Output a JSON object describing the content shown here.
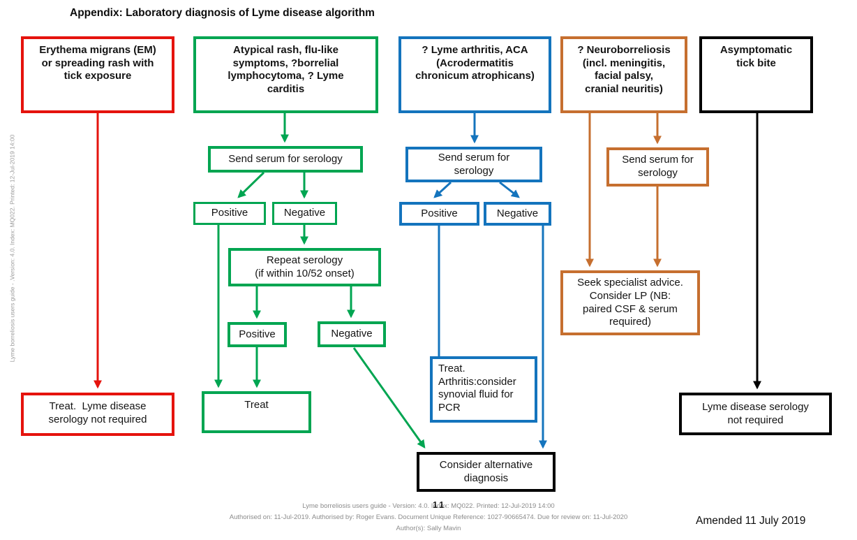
{
  "title": "Appendix: Laboratory diagnosis of Lyme disease algorithm",
  "sidebar_text": "Lyme borreliosis users guide - .Version: 4.0. Index: MQ022. Printed: 12-Jul-2019 14:00",
  "colors": {
    "red": "#e5130d",
    "green": "#00a551",
    "blue": "#1474bd",
    "orange": "#c66f2f",
    "black": "#000000"
  },
  "nodes": {
    "em_header": "Erythema migrans (EM)\nor spreading rash with\ntick exposure",
    "red_treat": "Treat.  Lyme disease\nserology not required",
    "atypical_header": "Atypical rash, flu-like\nsymptoms, ?borrelial\nlymphocytoma, ? Lyme\ncarditis",
    "green_serology": "Send serum for serology",
    "green_positive_1": "Positive",
    "green_negative_1": "Negative",
    "repeat_serology": "Repeat serology\n(if within 10/52 onset)",
    "green_positive_2": "Positive",
    "green_negative_2": "Negative",
    "green_treat": "Treat",
    "arthritis_header": "? Lyme arthritis, ACA\n(Acrodermatitis\nchronicum atrophicans)",
    "blue_serology": "Send serum for\nserology",
    "blue_positive": "Positive",
    "blue_negative": "Negative",
    "blue_treat": "Treat.\nArthritis:consider\nsynovial fluid for\nPCR",
    "consider_alternative": "Consider alternative\ndiagnosis",
    "neuro_header": "? Neuroborreliosis\n(incl. meningitis,\nfacial palsy,\ncranial neuritis)",
    "orange_serology": "Send serum for\nserology",
    "seek_specialist": "Seek specialist advice.\nConsider LP (NB:\npaired CSF & serum\nrequired)",
    "asymptomatic_header": "Asymptomatic\ntick bite",
    "serology_not_required": "Lyme disease serology\nnot required"
  },
  "footer": {
    "line1": "Lyme borreliosis users guide - Version: 4.0. Index: MQ022. Printed: 12-Jul-2019 14:00",
    "line2": "Authorised on: 11-Jul-2019. Authorised by: Roger Evans. Document Unique Reference: 1027-90665474. Due for review on: 11-Jul-2020",
    "line3": "Author(s): Sally Mavin",
    "page_number": "11"
  },
  "amended_note": "Amended 11 July 2019"
}
